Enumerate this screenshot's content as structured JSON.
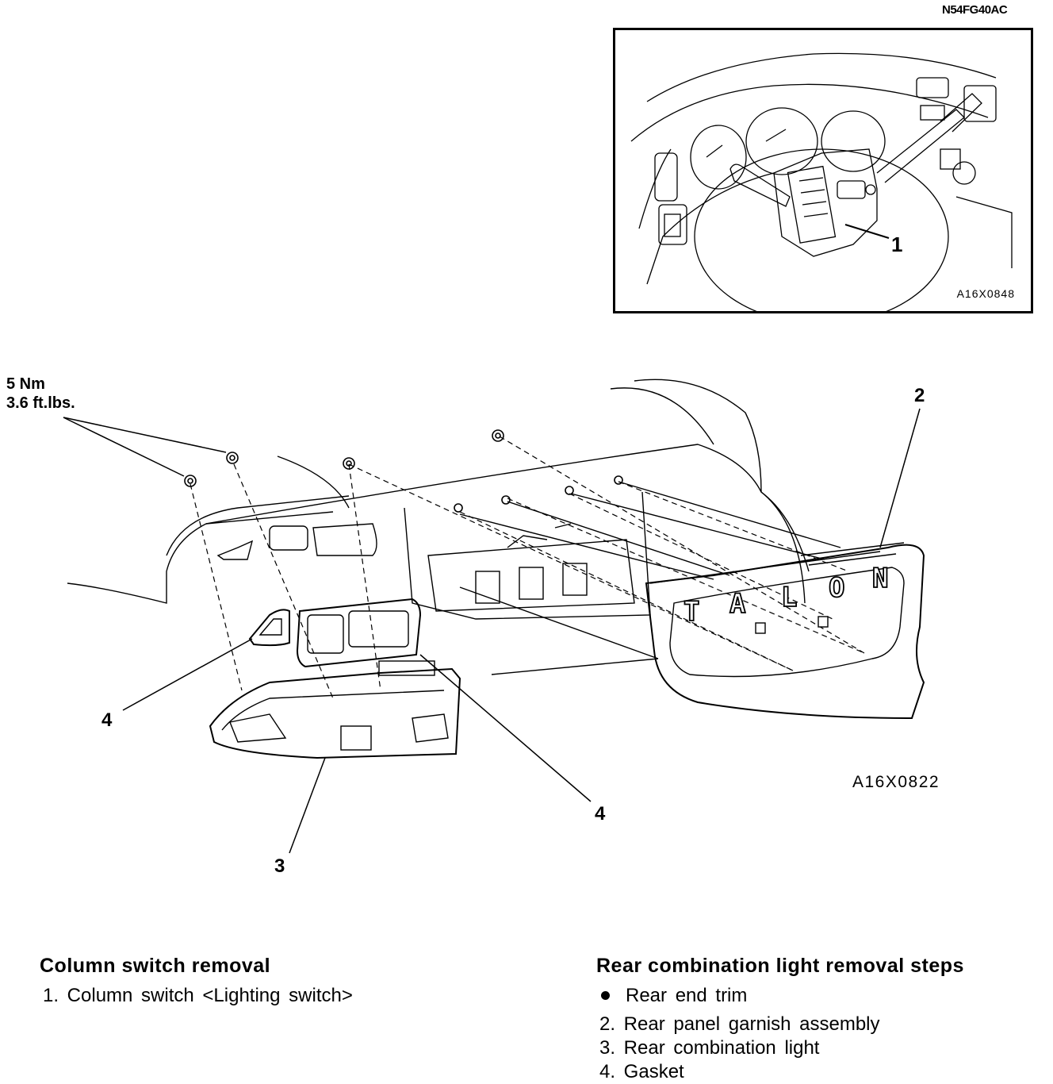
{
  "document_code": "N54FG40AC",
  "inset": {
    "figure_code": "A16X0848",
    "callout": "1"
  },
  "main_figure": {
    "figure_code": "A16X0822",
    "torque_nm": "5 Nm",
    "torque_ftlbs": "3.6 ft.lbs.",
    "callouts": {
      "c2": "2",
      "c3": "3",
      "c4_left": "4",
      "c4_right": "4"
    },
    "badge_letters": [
      "T",
      "A",
      "L",
      "O",
      "N"
    ]
  },
  "column_switch_section": {
    "title": "Column switch removal",
    "steps": [
      "1. Column switch <Lighting switch>"
    ]
  },
  "rear_light_section": {
    "title": "Rear combination light removal steps",
    "bullet_item": "Rear end trim",
    "steps": [
      "2. Rear panel garnish assembly",
      "3. Rear combination light",
      "4. Gasket"
    ]
  }
}
